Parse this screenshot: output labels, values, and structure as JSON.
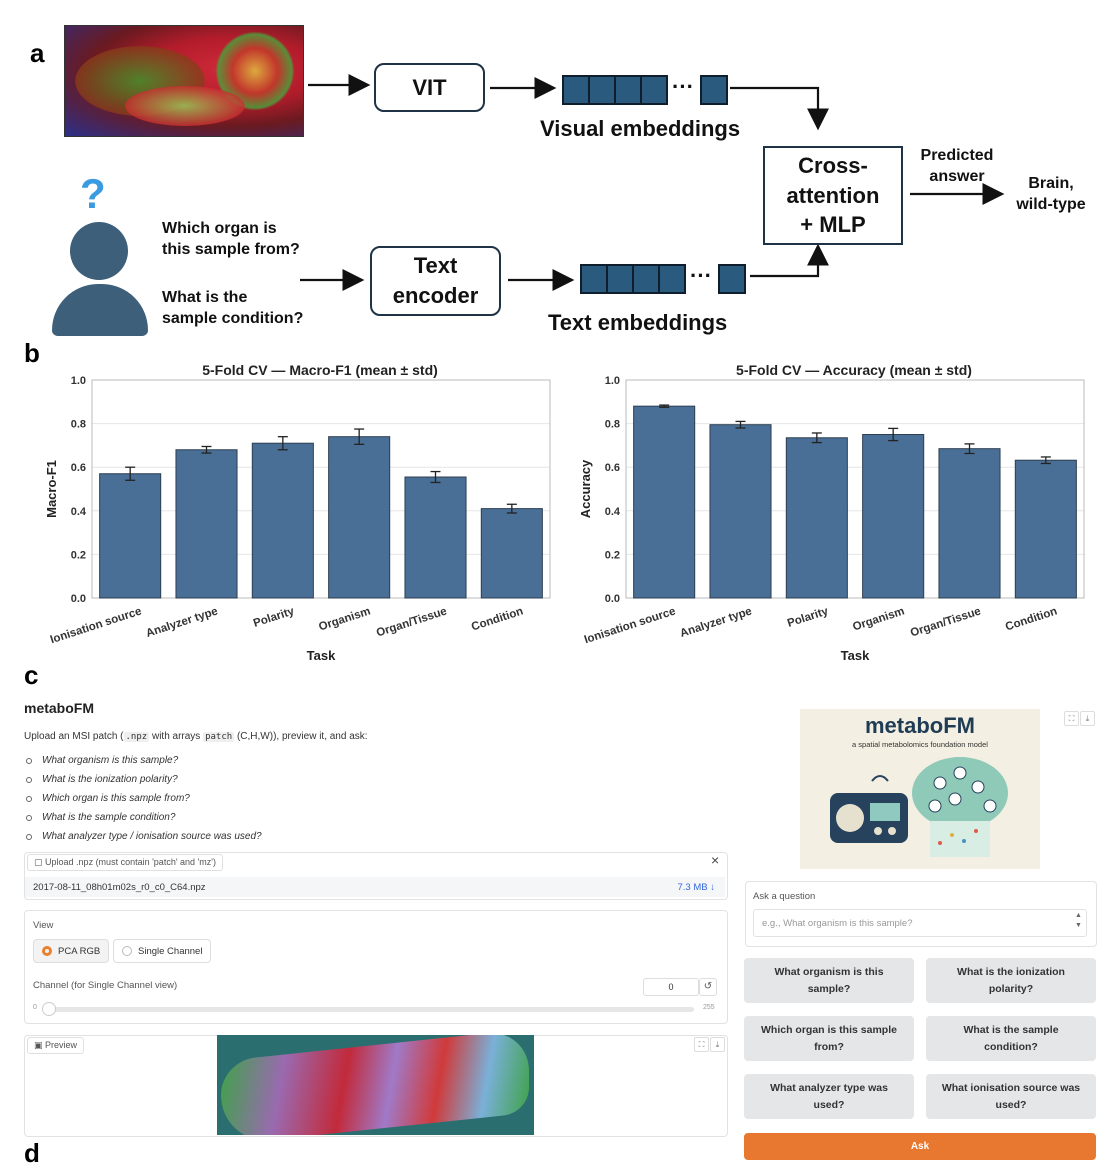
{
  "panels": {
    "a": "a",
    "b": "b",
    "c": "c",
    "d": "d"
  },
  "panel_a": {
    "vit_label": "VIT",
    "visual_embeddings": "Visual embeddings",
    "cross_attention": [
      "Cross-",
      "attention",
      "+ MLP"
    ],
    "predicted_answer": [
      "Predicted",
      "answer"
    ],
    "answer": [
      "Brain,",
      "wild-type"
    ],
    "question1": [
      "Which organ is",
      "this sample from?"
    ],
    "question2": [
      "What is the",
      "sample condition?"
    ],
    "text_encoder": [
      "Text",
      "encoder"
    ],
    "text_embeddings": "Text embeddings",
    "dots": "···",
    "question_mark": "?"
  },
  "chart_data": [
    {
      "type": "bar",
      "title": "5-Fold CV — Macro-F1 (mean ± std)",
      "xlabel": "Task",
      "ylabel": "Macro-F1",
      "categories": [
        "Ionisation source",
        "Analyzer type",
        "Polarity",
        "Organism",
        "Organ/Tissue",
        "Condition"
      ],
      "values": [
        0.57,
        0.68,
        0.71,
        0.74,
        0.555,
        0.41
      ],
      "errors": [
        0.03,
        0.015,
        0.03,
        0.035,
        0.025,
        0.02
      ],
      "ylim": [
        0,
        1.0
      ],
      "yticks": [
        "0.0",
        "0.2",
        "0.4",
        "0.6",
        "0.8",
        "1.0"
      ],
      "grid": true,
      "color": "#4a6f96"
    },
    {
      "type": "bar",
      "title": "5-Fold CV — Accuracy (mean ± std)",
      "xlabel": "Task",
      "ylabel": "Accuracy",
      "categories": [
        "Ionisation source",
        "Analyzer type",
        "Polarity",
        "Organism",
        "Organ/Tissue",
        "Condition"
      ],
      "values": [
        0.88,
        0.795,
        0.735,
        0.75,
        0.685,
        0.632
      ],
      "errors": [
        0.005,
        0.015,
        0.022,
        0.028,
        0.022,
        0.015
      ],
      "ylim": [
        0,
        1.0
      ],
      "yticks": [
        "0.0",
        "0.2",
        "0.4",
        "0.6",
        "0.8",
        "1.0"
      ],
      "grid": true,
      "color": "#4a6f96"
    }
  ],
  "app": {
    "title": "metaboFM",
    "desc_prefix": "Upload an MSI patch (",
    "desc_code1": ".npz",
    "desc_mid": " with arrays ",
    "desc_code2": "patch",
    "desc_suffix": " (C,H,W)), preview it, and ask:",
    "examples": [
      "What organism is this sample?",
      "What is the ionization polarity?",
      "Which organ is this sample from?",
      "What is the sample condition?",
      "What analyzer type / ionisation source was used?"
    ],
    "upload_label": "Upload .npz (must contain 'patch' and 'mz')",
    "file_name": "2017-08-11_08h01m02s_r0_c0_C64.npz",
    "file_size": "7.3 MB ↓",
    "close_icon": "×",
    "view_label": "View",
    "view_options": [
      "PCA RGB",
      "Single Channel"
    ],
    "channel_label": "Channel (for Single Channel view)",
    "channel_value": "0",
    "channel_level": 0.0,
    "slider_min": "0",
    "slider_max": "255",
    "reset_icon": "↺",
    "preview_label": "Preview",
    "logo_title": "metaboFM",
    "logo_subtitle": "a spatial metabolomics foundation model",
    "ask_label": "Ask a question",
    "ask_placeholder": "e.g., What organism is this sample?",
    "quick_questions": [
      "What organism is this sample?",
      "What is the ionization polarity?",
      "Which organ is this sample from?",
      "What is the sample condition?",
      "What analyzer type was used?",
      "What ionisation source was used?"
    ],
    "ask_button": "Ask",
    "fullscreen_icon": "⛶",
    "download_icon": "⤓",
    "image_icon": "▣",
    "file_icon": "▢"
  },
  "colors": {
    "bar": "#4a6f96",
    "embedding_cell": "#2a5a7e",
    "person": "#3d5f7a",
    "question_mark": "#3a9be0",
    "ask_button": "#e8772f"
  }
}
